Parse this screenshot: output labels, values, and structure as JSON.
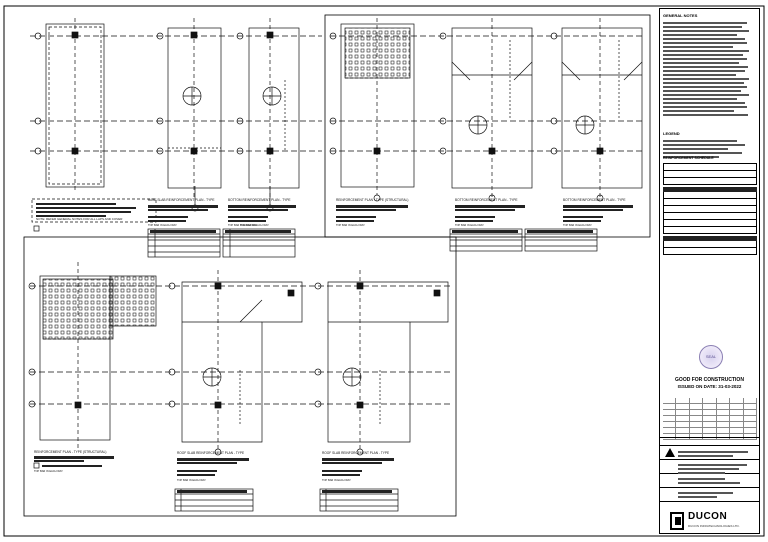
{
  "drawing": {
    "top_left": {
      "plans": [
        {
          "title": "BASE SLAB REINFORCEMENT PLAN - TYPE",
          "sub": "TOP BAR IN EACH WAY"
        },
        {
          "title": "BOTTOM REINFORCEMENT PLAN - TYPE",
          "sub": "TOP BAR IN EACH WAY"
        },
        {
          "title": "BOTTOM REINFORCEMENT PLAN - TYPE",
          "sub": "TOP BAR IN EACH WAY"
        }
      ],
      "note_box": "NOTE: REFER GENERAL NOTES FOR ALL LAPS AND COVER"
    },
    "top_right": {
      "plans": [
        {
          "title": "REINFORCEMENT PLAN - TYPE (STRUCTURAL)",
          "sub": "TOP BAR IN EACH WAY"
        },
        {
          "title": "BOTTOM REINFORCEMENT PLAN - TYPE",
          "sub": "TOP BAR IN EACH WAY"
        },
        {
          "title": "BOTTOM REINFORCEMENT PLAN - TYPE",
          "sub": "TOP BAR IN EACH WAY"
        }
      ]
    },
    "bottom": {
      "plans": [
        {
          "title": "REINFORCEMENT PLAN - TYPE (STRUCTURAL)",
          "sub": "TOP BAR IN EACH WAY"
        },
        {
          "title": "ROOF SLAB REINFORCEMENT PLAN - TYPE",
          "sub": "TOP BAR IN EACH WAY"
        },
        {
          "title": "ROOF SLAB REINFORCEMENT PLAN - TYPE",
          "sub": "TOP BAR IN EACH WAY"
        }
      ]
    }
  },
  "title_block": {
    "general_notes_heading": "GENERAL NOTES",
    "legend_heading": "LEGEND",
    "legend_subtable": "REINFORCEMENT SCHEDULE",
    "stamp_text": "SEAL",
    "gfc_line1": "GOOD FOR CONSTRUCTION",
    "gfc_line2": "ISSUED ON DATE: 31-03-2022",
    "company": "DUCON",
    "company_sub": "DUCON INFRATECHNOLOGIES LTD."
  },
  "colors": {
    "line": "#111111",
    "hatch": "#555555",
    "stamp": "#8a7fb3",
    "background": "#ffffff"
  }
}
